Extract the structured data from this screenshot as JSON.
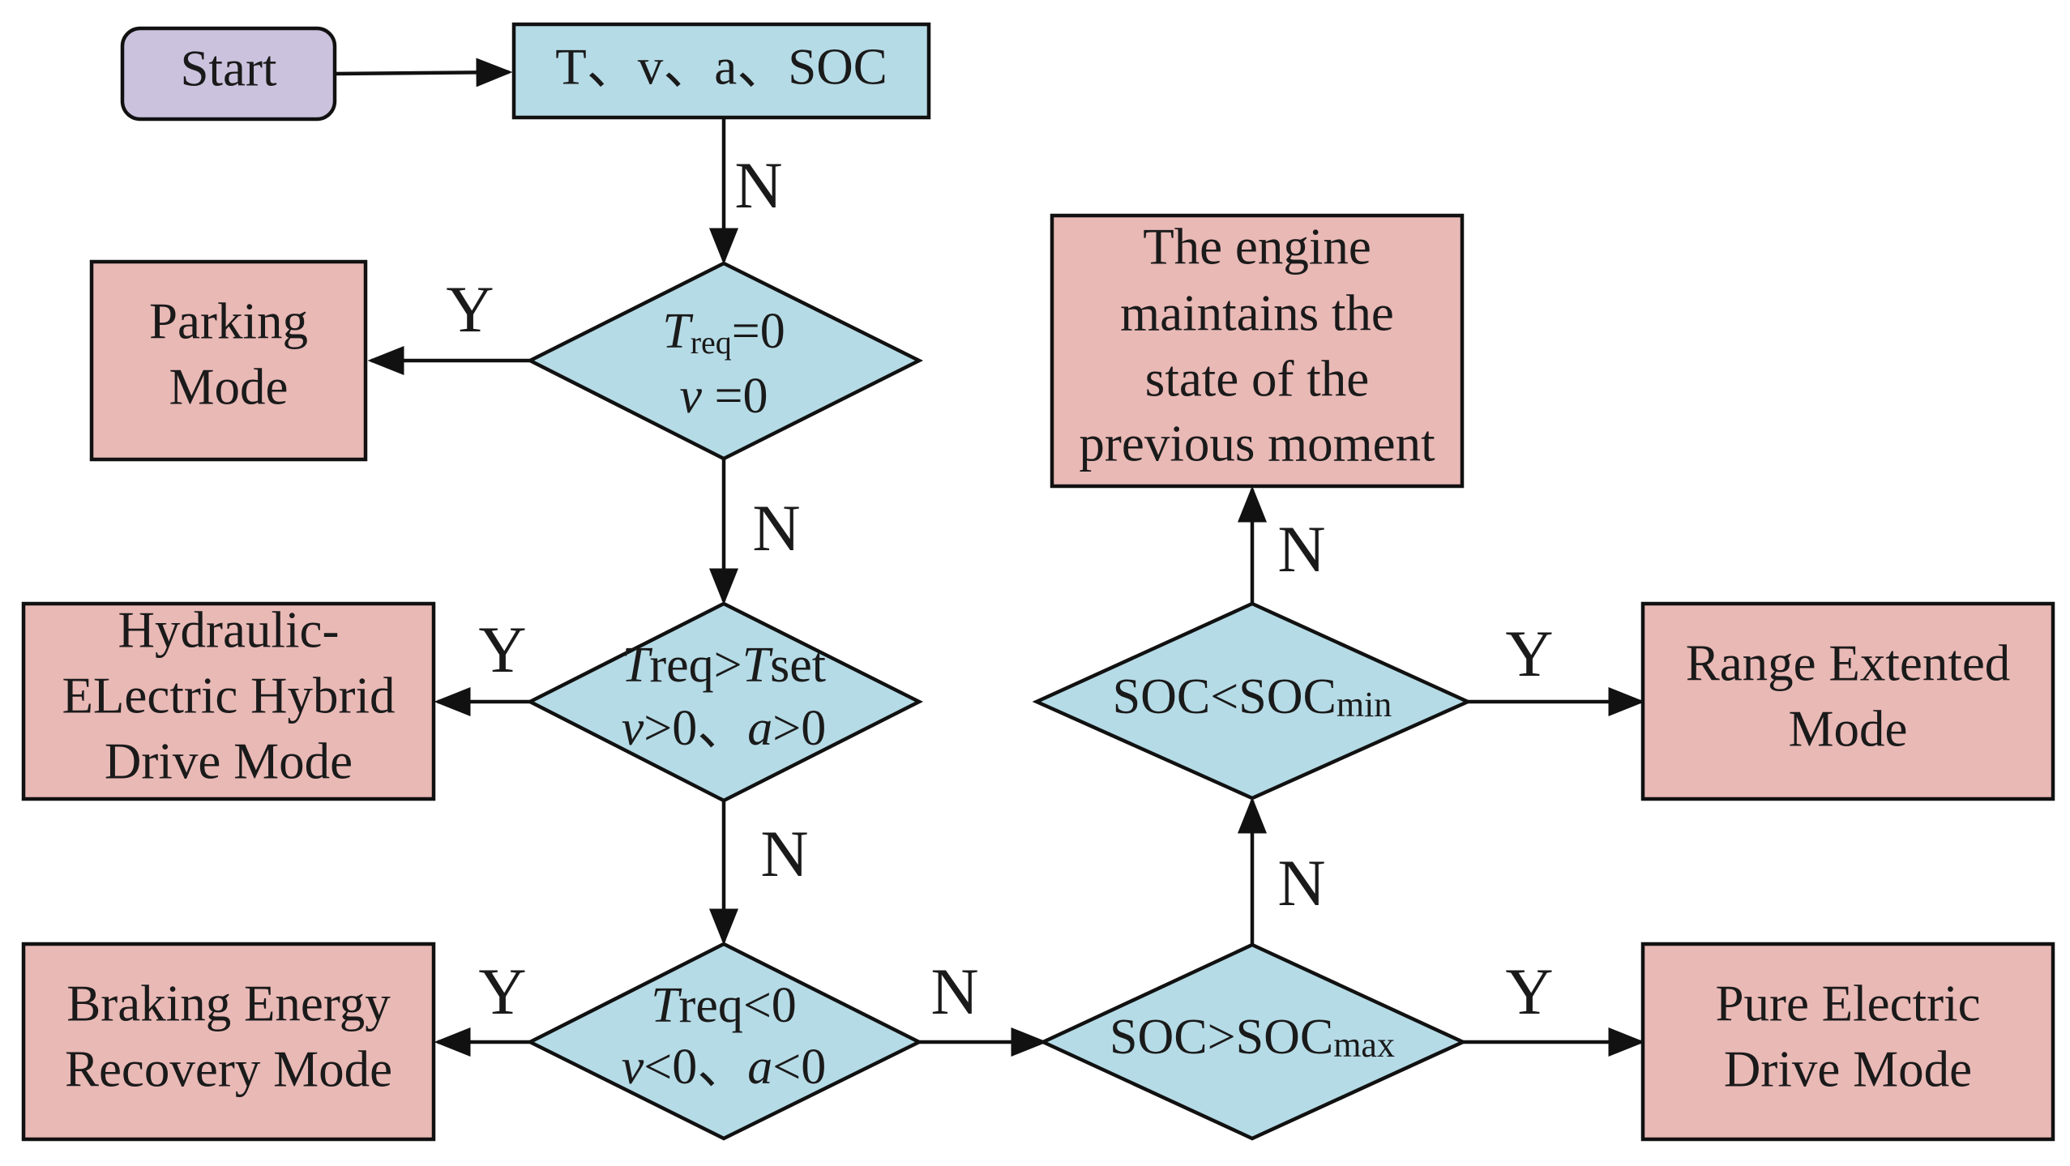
{
  "colors": {
    "start_fill": "#cbc3de",
    "input_fill": "#b5dbe6",
    "decision_fill": "#b5dbe6",
    "mode_fill": "#e9b9b6",
    "line": "#111111"
  },
  "nodes": {
    "start": "Start",
    "inputs": "T、v、a、SOC",
    "d1": {
      "T": "T",
      "req": "req",
      "eq0": "=0",
      "v": "v",
      "veq0": " =0"
    },
    "d2": {
      "T1": "T",
      "req": "req>",
      "T2": "T",
      "set": "set",
      "v": "v",
      "mid": ">0、",
      "a": "a",
      "end": ">0"
    },
    "d3": {
      "T": "T",
      "req": "req<0",
      "v": "v",
      "mid": "<0、",
      "a": "a",
      "end": "<0"
    },
    "d4": {
      "main": "SOC>SOC",
      "sub": "max"
    },
    "d5": {
      "main": "SOC<SOC",
      "sub": "min"
    },
    "parking": [
      "Parking",
      "Mode"
    ],
    "hybrid": [
      "Hydraulic-",
      "ELectric Hybrid",
      "Drive Mode"
    ],
    "braking": [
      "Braking Energy",
      "Recovery Mode"
    ],
    "engine": [
      "The engine",
      "maintains the",
      "state of the",
      "previous moment"
    ],
    "range": [
      "Range Extented",
      "Mode"
    ],
    "pure": [
      "Pure Electric",
      "Drive Mode"
    ]
  },
  "edge_labels": {
    "input_to_d1": "N",
    "d1_yes": "Y",
    "d1_no": "N",
    "d2_yes": "Y",
    "d2_no": "N",
    "d3_yes": "Y",
    "d3_no": "N",
    "d4_yes": "Y",
    "d4_no": "N",
    "d5_yes": "Y",
    "d5_no": "N"
  }
}
